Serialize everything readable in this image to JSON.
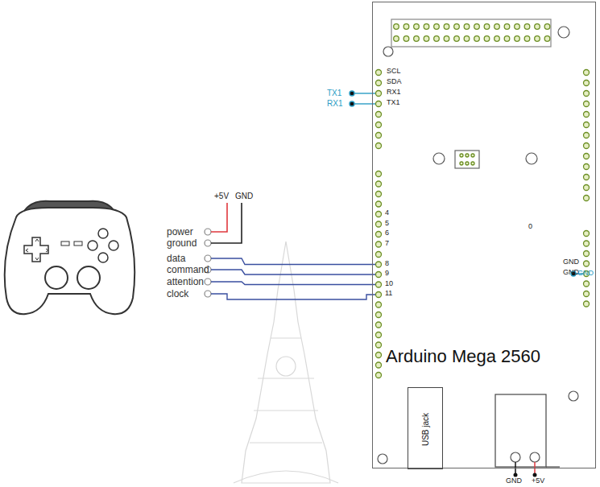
{
  "diagram": {
    "nodes": [
      {
        "text": [
          "Arduino Mega 2560"
        ]
      },
      {
        "text": [
          "USB jack"
        ],
        "in": 0
      }
    ],
    "labels": [
      "Joystick",
      "power",
      "ground",
      "data",
      "command",
      "attention",
      "clock",
      "+5V",
      "GND",
      "TX1",
      "RX1",
      "SCL",
      "SDA",
      "RX1",
      "TX1",
      "4",
      "5",
      "6",
      "7",
      "8",
      "9",
      "10",
      "11",
      "0",
      "GND",
      "GND",
      "GND",
      "GND",
      "+5V"
    ]
  }
}
